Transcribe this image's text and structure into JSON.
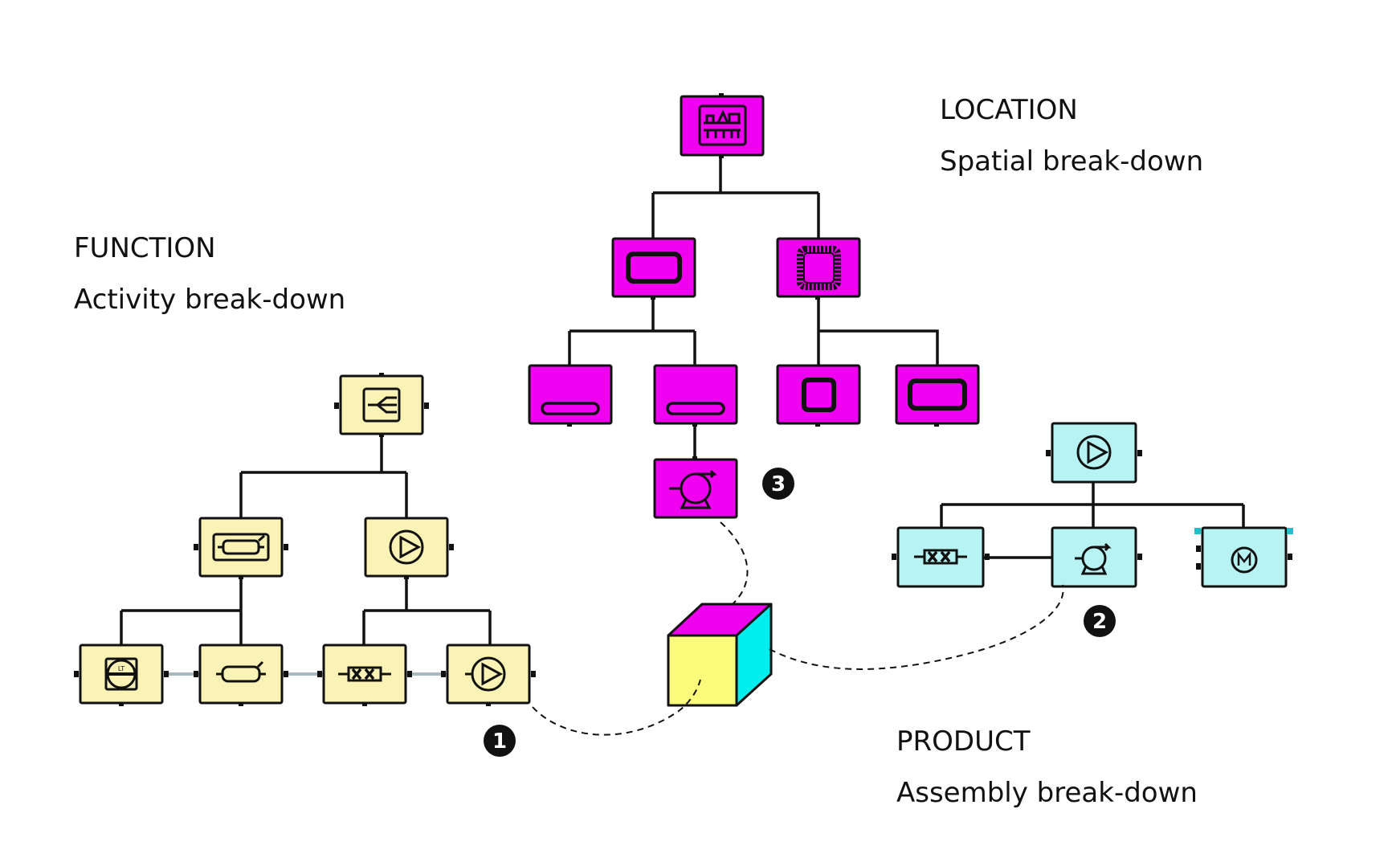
{
  "labels": {
    "location_title": "LOCATION",
    "location_subtitle": "Spatial break-down",
    "function_title": "FUNCTION",
    "function_subtitle": "Activity break-down",
    "product_title": "PRODUCT",
    "product_subtitle": "Assembly break-down"
  },
  "markers": {
    "m1": "1",
    "m2": "2",
    "m3": "3"
  },
  "colors": {
    "function_fill": "#fbf3b5",
    "location_fill": "#f000f0",
    "product_fill": "#b8f3f4",
    "cube_front": "#fbfb7c",
    "cube_top": "#ef00ef",
    "cube_side": "#00eeee",
    "stroke": "#111111"
  },
  "icons": {
    "location_root": "platform-icon",
    "location_area_a": "rounded-rect-icon",
    "location_area_b": "hatched-square-icon",
    "location_room_1": "slot-icon",
    "location_room_2": "slot-icon",
    "location_room_3": "square-icon",
    "location_room_4": "rounded-rect-icon",
    "location_equipment": "compressor-icon",
    "function_root": "splitter-icon",
    "function_heater": "heater-icon",
    "function_pump": "pump-icon",
    "function_level": "level-transmitter-icon",
    "function_vessel": "vessel-icon",
    "function_coupling": "coupling-icon",
    "function_pump_leaf": "pump-icon",
    "product_root": "pump-icon",
    "product_coupling": "coupling-icon",
    "product_compressor": "compressor-icon",
    "product_motor": "motor-icon",
    "cube": "cube-icon"
  }
}
